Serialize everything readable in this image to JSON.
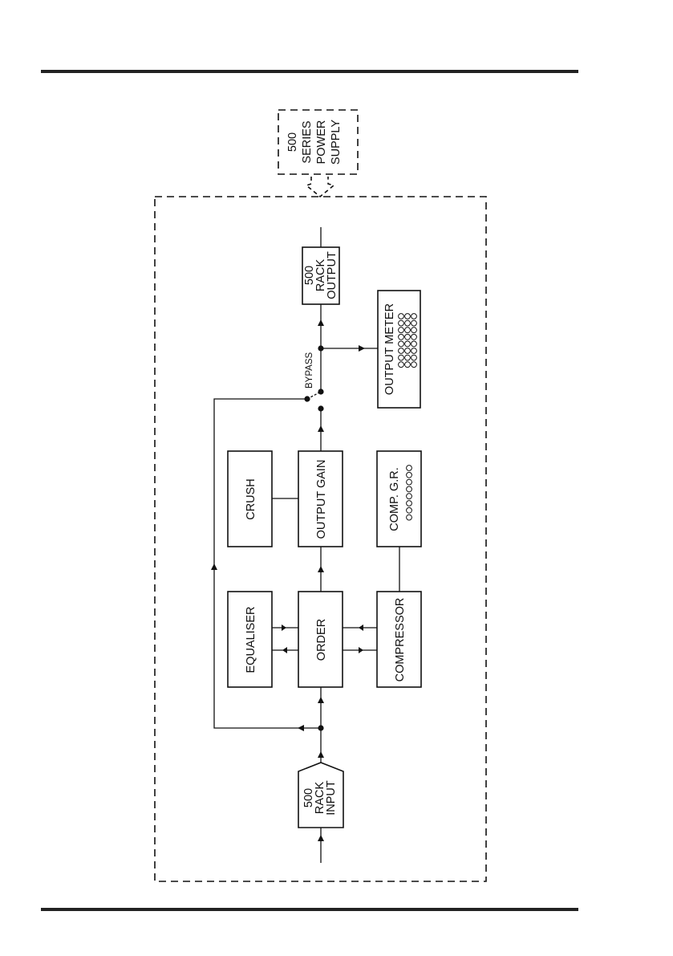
{
  "page": {
    "title": "Signal flow block diagram"
  },
  "power_supply": {
    "lines": [
      "500",
      "SERIES",
      "POWER",
      "SUPPLY"
    ]
  },
  "blocks": {
    "rack_input": {
      "lines": [
        "500",
        "RACK",
        "INPUT"
      ]
    },
    "rack_output": {
      "lines": [
        "500",
        "RACK",
        "OUTPUT"
      ]
    },
    "equaliser": {
      "label": "EQUALISER"
    },
    "order": {
      "label": "ORDER"
    },
    "compressor": {
      "label": "COMPRESSOR"
    },
    "crush": {
      "label": "CRUSH"
    },
    "output_gain": {
      "label": "OUTPUT GAIN"
    },
    "comp_gr": {
      "label": "COMP. G.R.",
      "led_count": 8
    },
    "output_meter": {
      "label": "OUTPUT METER",
      "led_rows": 3,
      "led_count_per_row": 8
    }
  },
  "switch": {
    "label": "BYPASS"
  }
}
